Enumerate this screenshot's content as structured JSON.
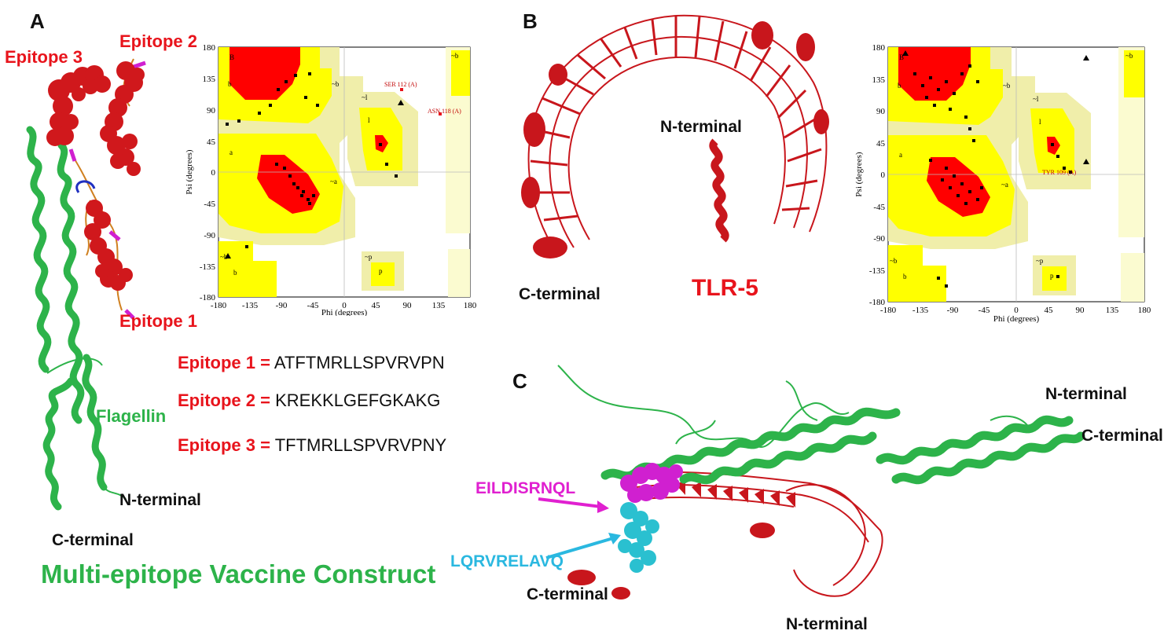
{
  "panel_a": {
    "letter": "A",
    "epitope_labels": [
      "Epitope 3",
      "Epitope 2",
      "Epitope 1"
    ],
    "flagellin_label": "Flagellin",
    "n_terminal": "N-terminal",
    "c_terminal": "C-terminal",
    "caption": "Multi-epitope Vaccine Construct",
    "sequences": [
      {
        "key": "Epitope 1 =",
        "value": "ATFTMRLLSPVRVPN"
      },
      {
        "key": "Epitope 2 =",
        "value": "KREKKLGEFGKAKG"
      },
      {
        "key": "Epitope 3 =",
        "value": "TFTMRLLSPVRVPNY"
      }
    ],
    "plot": {
      "xlabel": "Phi (degrees)",
      "ylabel": "Psi (degrees)",
      "ticks": [
        "-180",
        "-135",
        "-90",
        "-45",
        "0",
        "45",
        "90",
        "135",
        "180"
      ],
      "region_labels": [
        "B",
        "b",
        "~b",
        "a",
        "~a",
        "l",
        "~l",
        "~p",
        "p",
        "~b",
        "b",
        "~b"
      ],
      "annotations": [
        "SER 112 (A)",
        "ASN 118 (A)"
      ]
    }
  },
  "panel_b": {
    "letter": "B",
    "protein_label": "TLR-5",
    "n_terminal": "N-terminal",
    "c_terminal": "C-terminal",
    "plot": {
      "xlabel": "Phi (degrees)",
      "ylabel": "Psi (degrees)",
      "ticks": [
        "-180",
        "-135",
        "-90",
        "-45",
        "0",
        "45",
        "90",
        "135",
        "180"
      ],
      "region_labels": [
        "B",
        "b",
        "~b",
        "a",
        "~a",
        "l",
        "~l",
        "~p",
        "p",
        "~b",
        "b",
        "~b"
      ],
      "annotations": [
        "TYR 109 (A)"
      ]
    }
  },
  "panel_c": {
    "letter": "C",
    "magenta_label": "EILDISRNQL",
    "cyan_label": "LQRVRELAVQ",
    "n_terminal_top": "N-terminal",
    "c_terminal_top": "C-terminal",
    "c_terminal_bottom": "C-terminal",
    "n_terminal_bottom": "N-terminal"
  },
  "colors": {
    "epitope_red": "#e8141c",
    "flagellin_green": "#2db34a",
    "tlr5_red": "#c8161c",
    "magenta": "#e020d0",
    "cyan": "#2ab8e0",
    "rama_red": "#ff0000",
    "rama_yellow": "#ffff00",
    "rama_pale": "#f0eeaa",
    "rama_pale2": "#fbfbd0"
  }
}
